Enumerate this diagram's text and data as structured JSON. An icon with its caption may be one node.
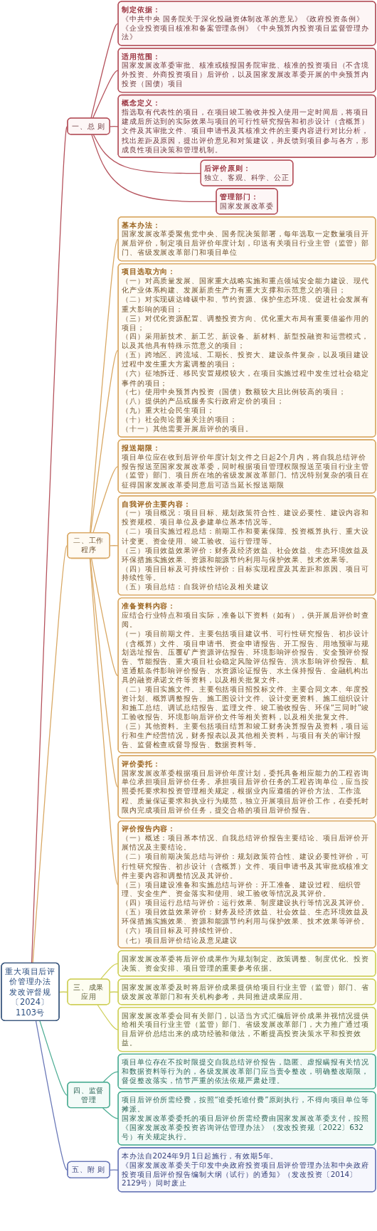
{
  "diagram": {
    "nodes": [
      {
        "text": [
          "重大项目后评价管理办法",
          "发改评督规〔2024〕1103号"
        ]
      },
      {
        "text": [
          "一、总 则"
        ]
      },
      {
        "text": [
          "制定依据：",
          "《中共中央 国务院关于深化投融资体制改革的意见》《政府投资条例》《企业投资项目核准和备案管理条例》《中央预算内投资项目监督管理办法》"
        ]
      },
      {
        "text": [
          "适用范围：",
          "国家发展改革委审批、核准或核报国务院审批、核准的投资项目（不含境外投资、外商投资项目）后评价，以及国家发展改革委开展的中央预算内投资（国债）项目"
        ]
      },
      {
        "text": [
          "概念定义：",
          "指选取有代表性的项目，在项目竣工验收并投入使用一定时间后，将项目建成后所达到的实际效果与项目的可行性研究报告和初步设计（含概算）文件及其审批文件、项目申请书及其核准文件的主要内容进行对比分析，找出差距及原因，提出评价意见和对策建议，并反馈到项目参与各方，形成良性项目决策和管理机制。"
        ]
      },
      {
        "text": [
          "后评价原则：",
          "独立、客观、科学、公正"
        ]
      },
      {
        "text": [
          "管理部门：",
          "国家发展改革委"
        ]
      },
      {
        "text": [
          "二、工作程序"
        ]
      },
      {
        "text": [
          "基本办法：",
          "国家发展改革委聚焦党中央、国务院决策部署，每年选取一定数量项目开展后评价，制定项目后评价年度计划，印送有关项目行业主管（监管）部门、省级发展改革部门和项目单位"
        ]
      },
      {
        "text": [
          "项目选取方向：",
          "（一）对高质量发展、国家重大战略实施和重点领域安全能力建设、现代化产业体系构建、发展新质生产力有重大支撑和示范意义的项目；",
          "（二）对实现碳达峰碳中和、节约资源、保护生态环境、促进社会发展有重大影响的项目；",
          "（三）对优化资源配置、调整投资方向、优化重大布局有重要借鉴作用的项目；",
          "（四）采用新技术、新工艺、新设备、新材料、新型投融资和运营模式，以及其他具有特殊示范意义的项目；",
          "（五）跨地区、跨流域、工期长、投资大、建设条件复杂，以及项目建设过程中发生重大方案调整的项目；",
          "（六）征地拆迁、移民安置规模较大，在项目实施过程中发生过社会稳定事件的项目；",
          "（七）使用中央预算内投资（国债）数额较大且比例较高的项目；",
          "（八）提供的产品或服务实行政府定价的项目；",
          "（九）重大社会民生项目；",
          "（十）社会舆论普遍关注的项目；",
          "（十一）其他需要开展后评价的项目。"
        ]
      },
      {
        "text": [
          "报送期限：",
          "项目单位应在收到后评价年度计划文件之日起2个月内，将自我总结评价报告报送至国家发展改革委，同时根据项目管理权限报送至项目行业主管（监管）部门、项目所在地的省级发展改革部门。情况特别复杂的项目在征得国家发展改革委同意后可适当延长报送期限"
        ]
      },
      {
        "text": [
          "自我评价主要内容：",
          "（一）项目概况：项目目标、规划政策符合性、建设必要性、建设内容和投资规模、项目单位及参建单位基本情况等。",
          "（二）项目实施过程总结：前期工作和要素保障、投资概算执行、重大设计变更、资金使用、竣工验收、运行管理等。",
          "（三）项目效益效果评价：财务及经济效益、社会效益、生态环境效益及环保措施实施效果、资源和能源节约利用与保护效果、技术效果等。",
          "（四）项目目标及可持续性评价：目标实现程度及其差距和原因、项目可持续性等。",
          "（五）项目总结：自我评价结论及相关建议"
        ]
      },
      {
        "text": [
          "准备资料内容：",
          "应结合行业特点和项目实际，准备以下资料（如有），供开展后评价时查阅。",
          "（一）项目前期文件。主要包括项目建议书、可行性研究报告、初步设计（含概算）文件、项目申请书、资金申请报告、开工报告、用地预审与规划选址报告、压覆矿产资源评估报告、环境影响评价报告、安全预评价报告、节能报告、重大项目社会稳定风险评估报告、洪水影响评价报告、航道通航条件影响评价报告、水资源论证报告、水土保持报告、金融机构出具的融资承诺文件等资料，以及相关批复文件。",
          "（二）项目实施文件。主要包括项目招投标文件、主要合同文本、年度投资计划、概算调整报告、施工图设计文件、设计变更资料、施工组织设计和施工总结、调试总结报告、监理文件、竣工验收报告、环保“三同时”竣工验收报告、环境影响后评价文件等相关资料，以及相关批复文件。",
          "（三）其他资料。主要包括项目结算和竣工财务决算报告及资料，项目运行和生产经营情况，财务报表以及其他相关资料，与项目有关的审计报告、监督检查或督导报告、数据资料等。"
        ]
      },
      {
        "text": [
          "评价委托：",
          "国家发展改革委根据项目后评价年度计划，委托具备相应能力的工程咨询单位承担项目后评价任务。承担项目后评价任务的工程咨询单位，应当按照委托要求和投资管理相关规定，根据业内应遵循的评价方法、工作流程、质量保证要求和执业行为规范，独立开展项目后评价工作，在委托时限内完成项目后评价任务，提交合格的项目后评价报告。"
        ]
      },
      {
        "text": [
          "评价报告内容：",
          "（一）概述：项目基本情况、自我总结评价报告主要结论、项目后评价开展情况及主要结论。",
          "（二）项目前期决策总结与评价：规划政策符合性、建设必要性评价，可行性研究报告、初步设计（含概算）文件、项目申请书及其审批或核准文件主要内容和调整情况及其评价。",
          "（三）项目建设准备和实施总结与评价：开工准备、建设过程、组织管理、安全生产、资金落实和使用、竣工验收等情况及其评价。",
          "（四）项目运行总结与评价：运行效果、制度建设执行等情况及其评价。",
          "（五）项目效益效果评价：财务及经济效益、社会效益、生态环境效益及环保措施实施效果、资源和能源节约利用与保护效果、技术效果等评价。",
          "（六）项目目标及可持续性评价。",
          "（七）项目后评价结论及意见建议"
        ]
      },
      {
        "text": [
          "三、成果应用"
        ]
      },
      {
        "text": [
          "国家发展改革委将后评价成果作为规划制定、政策调整、制度优化、投资决策、资金安排、项目管理的重要参考依据。"
        ]
      },
      {
        "text": [
          "国家发展改革委及时将后评价成果提供给项目行业主管（监管）部门、省级发展改革部门和有关机构参考，共同推进成果应用。"
        ]
      },
      {
        "text": [
          "国家发展改革委会同有关部门，以适当方式汇编后评价成果并视情况提供给相关项目行业主管（监管）部门、省级发展改革部门，大力推广通过项目后评价总结出来的成功经验和做法，不断提高投资决策水平和投资效益。"
        ]
      },
      {
        "text": [
          "四、监督管理"
        ]
      },
      {
        "text": [
          "项目单位存在不按时限提交自我总结评价报告，隐匿、虚报瞒报有关情况和数据资料等行为的，各级发展改革部门应当责令整改，明确整改期限，督促整改落实，情节严重的依法依规严肃处理。"
        ]
      },
      {
        "text": [
          "项目后评价所需经费，按照“谁委托谁付费”原则执行，不得向项目单位等摊派。",
          "国家发展改革委委托的项目后评价所需经费由国家发展改革委支付，按照《国家发展改革委投资咨询评估管理办法》（发改投资规〔2022〕632号）有关规定执行。"
        ]
      },
      {
        "text": [
          "五、附 则"
        ]
      },
      {
        "text": [
          "本办法自2024年9月1日起施行，有效期5年。",
          "《国家发展改革委关于印发中央政府投资项目后评价管理办法和中央政府投资项目后评价报告编制大纲（试行）的通知》（发改投资〔2014〕2129号）同时废止"
        ]
      }
    ],
    "edges": [
      {
        "from": 0,
        "to": 1,
        "arrow": "none",
        "color": "#b5525c"
      },
      {
        "from": 1,
        "to": 2,
        "arrow": "none",
        "color": "#b5525c"
      },
      {
        "from": 1,
        "to": 3,
        "arrow": "none",
        "color": "#b5525c"
      },
      {
        "from": 1,
        "to": 4,
        "arrow": "none",
        "color": "#b5525c"
      },
      {
        "from": 1,
        "to": 5,
        "arrow": "none",
        "color": "#b5525c"
      },
      {
        "from": 1,
        "to": 6,
        "arrow": "none",
        "color": "#b5525c"
      },
      {
        "from": 0,
        "to": 7,
        "arrow": "none",
        "color": "#d9a864"
      },
      {
        "from": 7,
        "to": 8,
        "arrow": "none",
        "color": "#d9a864"
      },
      {
        "from": 7,
        "to": 9,
        "arrow": "none",
        "color": "#d9a864"
      },
      {
        "from": 7,
        "to": 10,
        "arrow": "none",
        "color": "#d9a864"
      },
      {
        "from": 7,
        "to": 11,
        "arrow": "none",
        "color": "#d9a864"
      },
      {
        "from": 7,
        "to": 12,
        "arrow": "none",
        "color": "#d9a864"
      },
      {
        "from": 7,
        "to": 13,
        "arrow": "none",
        "color": "#d9a864"
      },
      {
        "from": 7,
        "to": 14,
        "arrow": "none",
        "color": "#d9a864"
      },
      {
        "from": 0,
        "to": 15,
        "arrow": "none",
        "color": "#cfd05a"
      },
      {
        "from": 15,
        "to": 16,
        "arrow": "none",
        "color": "#cfd05a"
      },
      {
        "from": 15,
        "to": 17,
        "arrow": "none",
        "color": "#cfd05a"
      },
      {
        "from": 15,
        "to": 18,
        "arrow": "none",
        "color": "#cfd05a"
      },
      {
        "from": 0,
        "to": 19,
        "arrow": "none",
        "color": "#4fae95"
      },
      {
        "from": 19,
        "to": 20,
        "arrow": "none",
        "color": "#4fae95"
      },
      {
        "from": 19,
        "to": 21,
        "arrow": "none",
        "color": "#4fae95"
      },
      {
        "from": 0,
        "to": 22,
        "arrow": "none",
        "color": "#6a78b8"
      },
      {
        "from": 22,
        "to": 23,
        "arrow": "none",
        "color": "#6a78b8"
      }
    ]
  }
}
